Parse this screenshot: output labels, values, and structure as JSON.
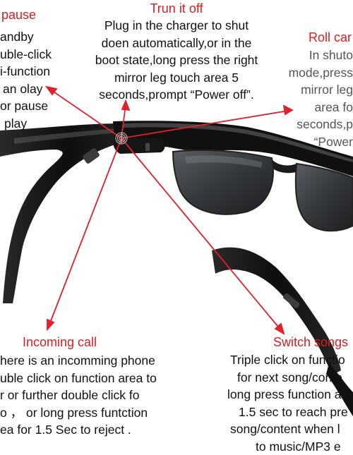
{
  "colors": {
    "heading": "#d92020",
    "arrow": "#e0202a",
    "frame": "#141414",
    "lens": "#3a3d40"
  },
  "sections": {
    "pause": {
      "heading": "pause",
      "lines": [
        "andby",
        "uble-click",
        "i-function",
        "an olay",
        "or pause",
        "play"
      ]
    },
    "power": {
      "heading": "Trun it off",
      "lines": [
        "Plug in the charger to shut",
        "doen automatically,or in the",
        "boot state,long press the right",
        "mirror leg touch area 5",
        "seconds,prompt “Power off”."
      ]
    },
    "camera": {
      "heading": "Roll car",
      "lines": [
        "In shuto",
        "mode,press",
        "mirror leg",
        "area fo",
        "seconds,p",
        "“Power"
      ]
    },
    "call": {
      "heading": "Incoming call",
      "lines": [
        "here is an incomming phone",
        "uble click on function area to",
        "r   or   further double click fo",
        "o   ，  or long press  funtction",
        "ea  for 1.5 Sec to reject ."
      ]
    },
    "songs": {
      "heading": "Switch songs",
      "lines": [
        "Triple click on functio",
        "for next song/conte",
        "long press  function a",
        "1.5 sec to  reach pre",
        "song/content  when l",
        "to music/MP3  e"
      ]
    }
  },
  "image": {
    "subject": "black-smart-audio-glasses",
    "icons": [
      "touch-fingerprint-icon"
    ]
  }
}
